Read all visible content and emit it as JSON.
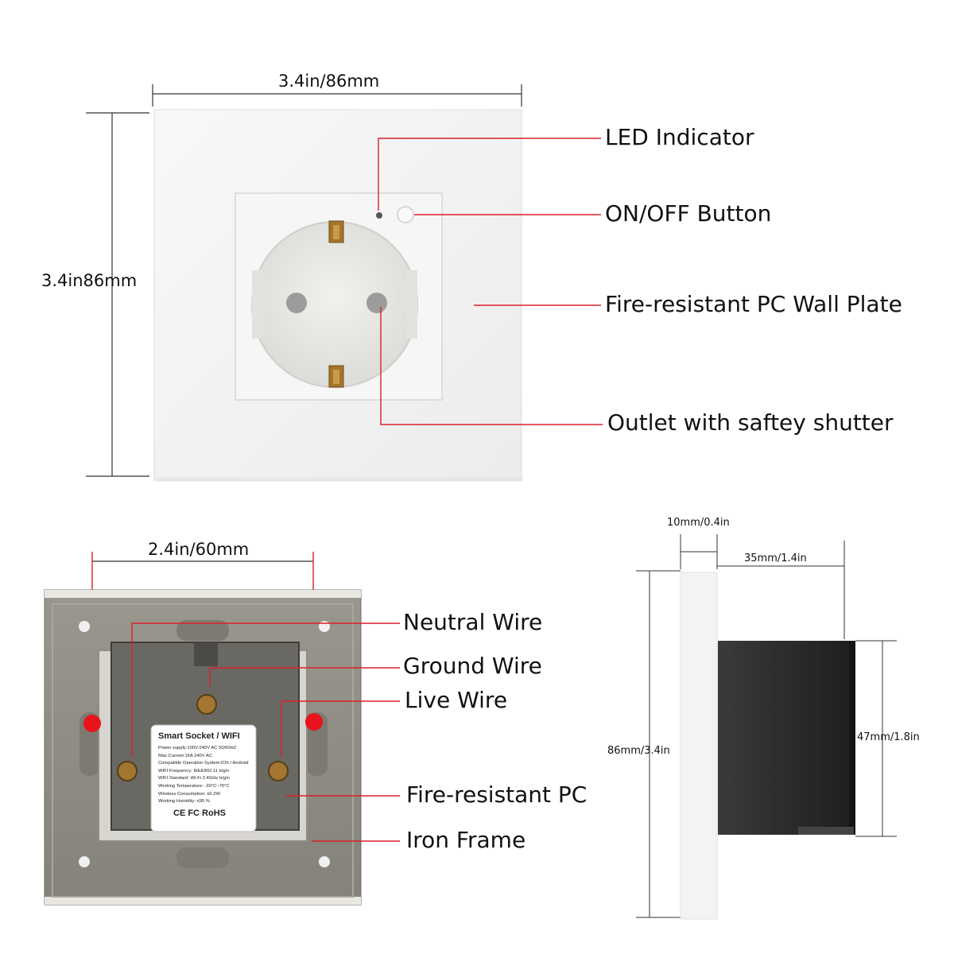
{
  "front": {
    "width_label": "3.4in/86mm",
    "height_label": "3.4in86mm",
    "callouts": {
      "led": "LED Indicator",
      "button": "ON/OFF Button",
      "plate": "Fire-resistant PC Wall Plate",
      "outlet": "Outlet with saftey shutter"
    }
  },
  "back": {
    "width_label": "2.4in/60mm",
    "callouts": {
      "neutral": "Neutral Wire",
      "ground": "Ground Wire",
      "live": "Live Wire",
      "pc": "Fire-resistant PC",
      "iron": "Iron Frame"
    },
    "product_label": {
      "title": "Smart Socket / WIFI",
      "lines": [
        "Power supply:100V-240V AC  50/60HZ",
        "Max Current:16A  240V AC",
        "Compatible Operation System:IOS / Android",
        "WIFI Frequency: IEEE802.11 b/g/n",
        "WIFI Standard: Wi-Fi 2.4GHz b/g/n",
        "Working Temperature: -20°C~70°C",
        "Wireless Consumption: ≤0.2W",
        "Working Humidity: ≤95 %"
      ],
      "marks": "CE  FC  RoHS"
    }
  },
  "side": {
    "plate_thickness": "10mm/0.4in",
    "body_depth": "35mm/1.4in",
    "plate_height": "86mm/3.4in",
    "body_height": "47mm/1.8in"
  },
  "colors": {
    "callout_line": "#d9212a",
    "plate": "#f4f4f4",
    "frame_back": "#8e8b82",
    "body_dark": "#2a2a2a"
  }
}
